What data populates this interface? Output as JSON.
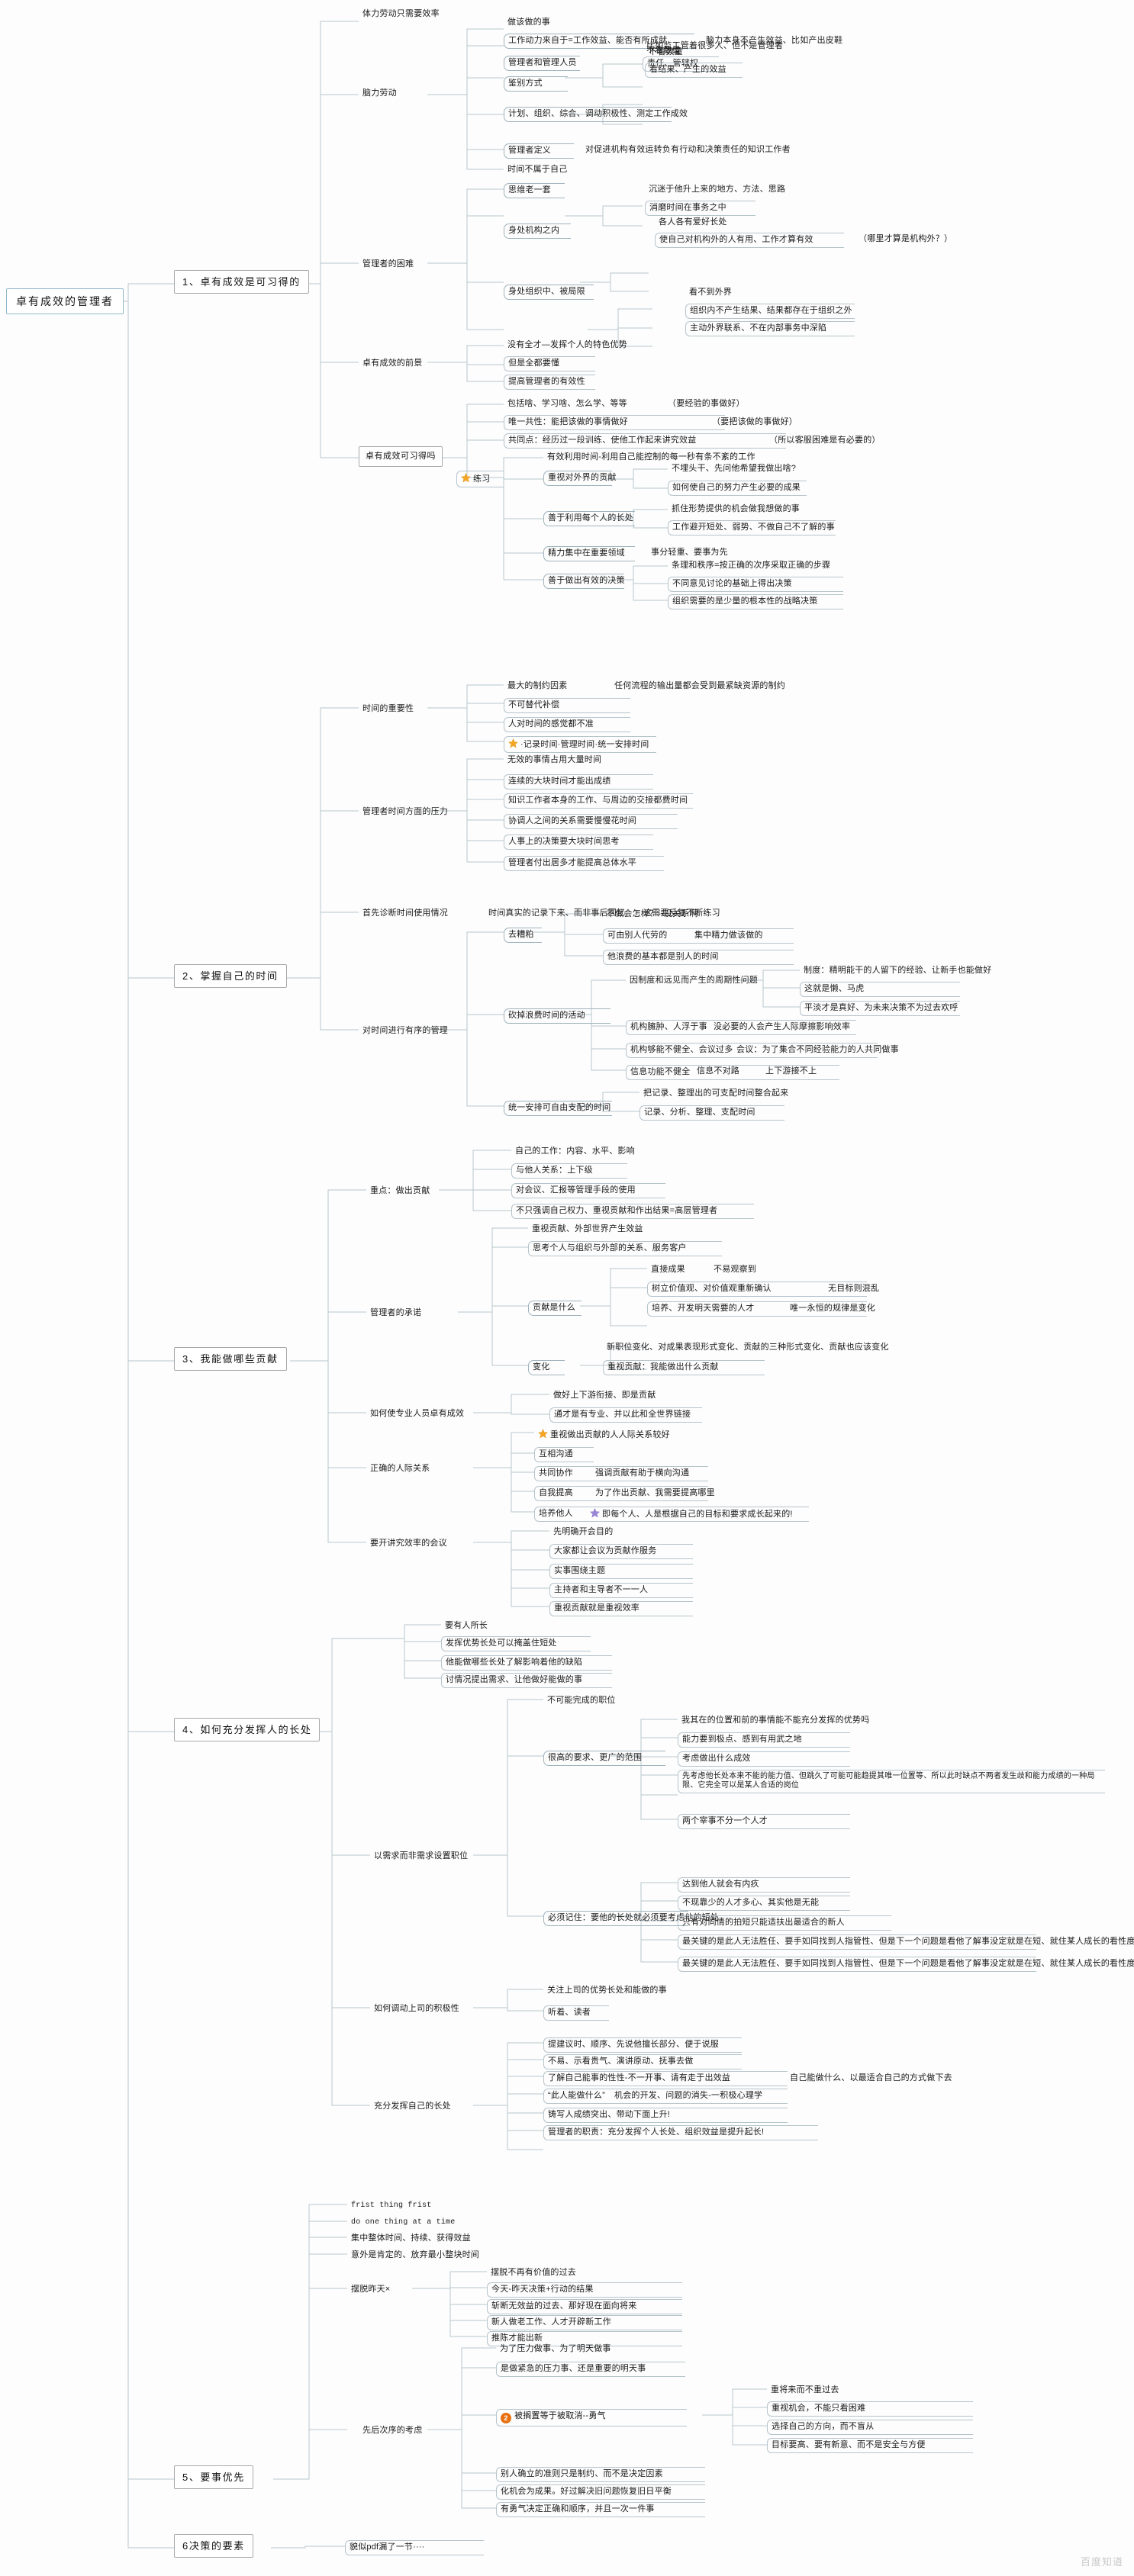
{
  "root": {
    "label": "卓有成效的管理者"
  },
  "watermark": "百度知道",
  "icons": {
    "star_gold": "star-gold-icon",
    "star_purple": "star-purple-icon",
    "badge_two": "badge-two-icon"
  },
  "colors": {
    "root_border": "#8fb8c9",
    "chapter_border": "#a9a9a9",
    "branch_line": "#b7c6cd",
    "star_gold": "#f5a623",
    "star_purple": "#9a86d6",
    "badge_orange": "#e8700f"
  },
  "chapters": [
    {
      "id": "c1",
      "label": "1、卓有成效是可习得的"
    },
    {
      "id": "c2",
      "label": "2、掌握自己的时间"
    },
    {
      "id": "c3",
      "label": "3、我能做哪些贡献"
    },
    {
      "id": "c4",
      "label": "4、如何充分发挥人的长处"
    },
    {
      "id": "c5",
      "label": "5、要事优先"
    },
    {
      "id": "c6",
      "label": "6决策的要素"
    }
  ],
  "nodes": {
    "n001": "体力劳动只需要效率",
    "n002": "脑力劳动",
    "n003": "做该做的事",
    "n004": "工作动力来自于=工作效益、能否有所成就",
    "n005": "脑力本身不产生效益、比如产出皮鞋",
    "n006": "管理者和管理人员",
    "n007": "比如监工管着很多人、但不是管理者",
    "n008": "责任、管辖权",
    "n009": "鉴别方式",
    "n010": "不看数量",
    "n011": "看结果、产生的效益",
    "n012": "计划、组织、综合、调动积极性、测定工作成效",
    "n013": "管理者定义",
    "n014": "对促进机构有效运转负有行动和决策责任的知识工作者",
    "n015": "管理者的困难",
    "n016": "时间不属于自己",
    "n017": "思维老一套",
    "n018": "沉迷于他升上来的地方、方法、思路",
    "n019": "消磨时间在事务之中",
    "n020": "身处机构之内",
    "n021": "各人各有爱好长处",
    "n022": "使自己对机构外的人有用、工作才算有效",
    "n023": "（哪里才算是机构外？）",
    "n024": "身处组织中、被局限",
    "n025": "看不到外界",
    "n026": "组织内不产生结果、结果都存在于组织之外",
    "n027": "主动外界联系、不在内部事务中深陷",
    "n028": "卓有成效的前景",
    "n029": "没有全才—发挥个人的特色优势",
    "n030": "但是全都要懂",
    "n031": "提高管理者的有效性",
    "n032": "卓有成效可习得吗",
    "n033": "包括啥、学习啥、怎么学、等等",
    "n034": "（要经验的事做好）",
    "n035": "唯一共性：能把该做的事情做好",
    "n036": "（要把该做的事做好）",
    "n037": "共同点：经历过一段训练、使他工作起来讲究效益",
    "n038": "（所以客服困难是有必要的）",
    "n039": "练习",
    "n040": "有效利用时间-利用自己能控制的每一秒有条不紊的工作",
    "n041": "重视对外界的贡献",
    "n042": "不埋头干、先问他希望我做出啥?",
    "n043": "如何使自己的努力产生必要的成果",
    "n044": "善于利用每个人的长处",
    "n045": "抓住形势提供的机会做我想做的事",
    "n046": "工作避开短处、弱势、不做自己不了解的事",
    "n047": "精力集中在重要领域",
    "n048": "事分轻重、要事为先",
    "n049": "善于做出有效的决策",
    "n050": "条理和秩序=按正确的次序采取正确的步骤",
    "n051": "不同意见讨论的基础上得出决策",
    "n052": "组织需要的是少量的根本性的战略决策",
    "n053": "时间的重要性",
    "n054": "最大的制约因素",
    "n055": "任何流程的输出量都会受到最紧缺资源的制约",
    "n056": "不可替代补偿",
    "n057": "人对时间的感觉都不准",
    "n058": "·记录时间·管理时间·统一安排时间",
    "n059": "管理者时间方面的压力",
    "n060": "无效的事情占用大量时间",
    "n061": "连续的大块时间才能出成绩",
    "n062": "知识工作者本身的工作、与周边的交接都费时间",
    "n063": "协调人之间的关系需要慢慢花时间",
    "n064": "人事上的决策要大块时间思考",
    "n065": "管理者付出居多才能提高总体水平",
    "n066": "首先诊断时间使用情况",
    "n067": "时间真实的记录下来、而非事后回忆",
    "n068": "这需要反复不断练习",
    "n069": "对时间进行有序的管理",
    "n070": "去糟粕",
    "n071": "不做会怎样？--没关系啊",
    "n072": "可由别人代劳的",
    "n073": "集中精力做该做的",
    "n074": "他浪费的基本都是别人的时间",
    "n075": "砍掉浪费时间的活动",
    "n076": "因制度和远见而产生的周期性问题",
    "n077": "制度：精明能干的人留下的经验、让新手也能做好",
    "n078": "这就是懒、马虎",
    "n079": "平淡才是真好、为未来决策不为过去欢呼",
    "n080": "机构臃肿、人浮于事",
    "n081": "没必要的人会产生人际摩擦影响效率",
    "n082": "机构够能不健全、会议过多",
    "n083": "会议：为了集合不同经验能力的人共同做事",
    "n084": "信息功能不健全",
    "n085": "信息不对路",
    "n086": "上下游接不上",
    "n087": "统一安排可自由支配的时间",
    "n088": "把记录、整理出的可支配时间整合起来",
    "n089": "记录、分析、整理、支配时间",
    "n090": "重点：做出贡献",
    "n091": "自己的工作：内容、水平、影响",
    "n092": "与他人关系：上下级",
    "n093": "对会议、汇报等管理手段的使用",
    "n094": "不只强调自己权力、重视贡献和作出结果=高层管理者",
    "n095": "管理者的承诺",
    "n096": "重视贡献、外部世界产生效益",
    "n097": "思考个人与组织与外部的关系、服务客户",
    "n098": "贡献是什么",
    "n099": "直接成果",
    "n100": "不易观察到",
    "n101": "树立价值观、对价值观重新确认",
    "n102": "无目标则混乱",
    "n103": "培养、开发明天需要的人才",
    "n104": "唯一永恒的规律是变化",
    "n105": "变化",
    "n106": "新职位变化、对成果表现形式变化、贡献的三种形式变化、贡献也应该变化",
    "n107": "重视贡献：我能做出什么贡献",
    "n108": "如何使专业人员卓有成效",
    "n109": "做好上下游衔接、即是贡献",
    "n110": "通才是有专业、并以此和全世界链接",
    "n111": "重视做出贡献的人人际关系较好",
    "n112": "正确的人际关系",
    "n113": "互相沟通",
    "n114": "共同协作",
    "n115": "强调贡献有助于横向沟通",
    "n116": "自我提高",
    "n117": "为了作出贡献、我需要提高哪里",
    "n118": "培养他人",
    "n119": "即每个人、人是根据自己的目标和要求成长起来的!",
    "n120": "要开讲究效率的会议",
    "n121": "先明确开会目的",
    "n122": "大家都让会议为贡献作服务",
    "n123": "实事围绕主题",
    "n124": "主持者和主导者不一一人",
    "n125": "重视贡献就是重视效率",
    "n126": "要有人所长",
    "n127": "发挥优势长处可以掩盖住短处",
    "n128": "他能做哪些长处了解影响着他的缺陷",
    "n129": "讨情况提出需求、让他做好能做的事",
    "n130": "以需求而非需求设置职位",
    "n131": "不可能完成的职位",
    "n132": "很高的要求、更广的范围",
    "n133": "我其在的位置和前的事情能不能充分发挥的优势吗",
    "n134": "能力要到极点、感到有用武之地",
    "n135": "考虑做出什么成效",
    "n136": "先考虑他长处本来不能的能力值、但跳久了可能可能趋提其唯一位置等、所以此时缺点不两者发生歧和能力成绩的一种局限、它完全可以是某人合适的岗位",
    "n137": "必须记住：要他的长处就必须要考虑他的短处",
    "n138": "两个宰事不分一个人才",
    "n139": "达到他人就会有内疚",
    "n140": "不现靠少的人才多心、其实他是无能",
    "n141": "只有对同情的拍短只能适扶出最适合的新人",
    "n142": "最关键的是此人无法胜任、要手如同找到人指管性、但是下一个问题是看他了解事没定就是在短、就住某人成长的看性度理",
    "n143": "如何调动上司的积极性",
    "n144": "关注上司的优势长处和能做的事",
    "n145": "听着、读者",
    "n146": "提建议时、顺序、先说他擅长部分、便于说服",
    "n147": "不易、示看贵气、演讲原动、抚事去做",
    "n148": "充分发挥自己的长处",
    "n149": "了解自己能事的性性-不一开事、请有走于出效益",
    "n150": "自己能做什么、以最适合自己的方式做下去",
    "n151": "“此人能做什么”",
    "n152": "机会的开发、问题的消失-一积极心理学",
    "n153": "铸写人成绩突出、带动下面上升!",
    "n154": "管理者的职责：充分发挥个人长处、组织效益是提升起长!",
    "n155": "frist thing frist",
    "n156": "do one thing at a time",
    "n157": "集中整体时间、持续、获得效益",
    "n158": "意外是肯定的、放弃最小整块时间",
    "n159": "摆脱昨天×",
    "n160": "摆脱不再有价值的过去",
    "n161": "今天-昨天决策+行动的结果",
    "n162": "斩断无效益的过去、那好现在面向将来",
    "n163": "新人做老工作、人才开辟新工作",
    "n164": "推陈才能出新",
    "n165": "先后次序的考虑",
    "n166": "为了压力做事、为了明天做事",
    "n167": "是做紧急的压力事、还是重要的明天事",
    "n168": "被搁置等于被取消--勇气",
    "n169": "重将来而不重过去",
    "n170": "重视机会，不能只看困难",
    "n171": "选择自己的方向，而不盲从",
    "n172": "目标要高、要有新意、而不是安全与方便",
    "n173": "别人确立的准则只是制约、而不是决定因素",
    "n174": "化机会为成果。好过解决旧问题恢复旧日平衡",
    "n175": "有勇气决定正确和顺序，并且一次一件事",
    "n176": "貌似pdf漏了一节····"
  }
}
